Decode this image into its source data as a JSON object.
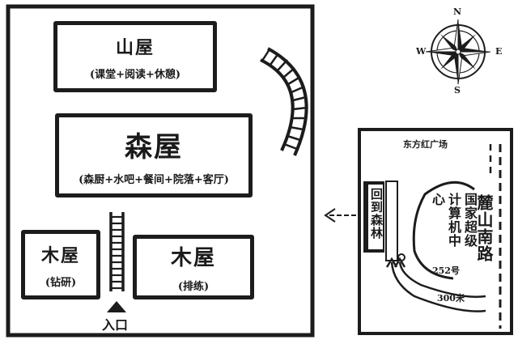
{
  "compass": {
    "n": "N",
    "e": "E",
    "s": "S",
    "w": "W"
  },
  "rooms": {
    "shan_wu": {
      "name": "山屋",
      "desc": "(课堂+阅读+休憩)"
    },
    "sen_wu": {
      "name": "森屋",
      "desc": "(森厨+水吧+餐间+院落+客厅)"
    },
    "mu_wu_left": {
      "name": "木屋",
      "desc": "(钻研)"
    },
    "mu_wu_right": {
      "name": "木屋",
      "desc": "(排练)"
    }
  },
  "entrance": "入口",
  "location_map": {
    "square": "东方红广场",
    "target": "回到森林",
    "center": "国家超级计算机中心",
    "address": "252号",
    "road": "麓山南路",
    "distance": "300米"
  },
  "colors": {
    "ink": "#1c1c1c",
    "paper": "#ffffff"
  }
}
